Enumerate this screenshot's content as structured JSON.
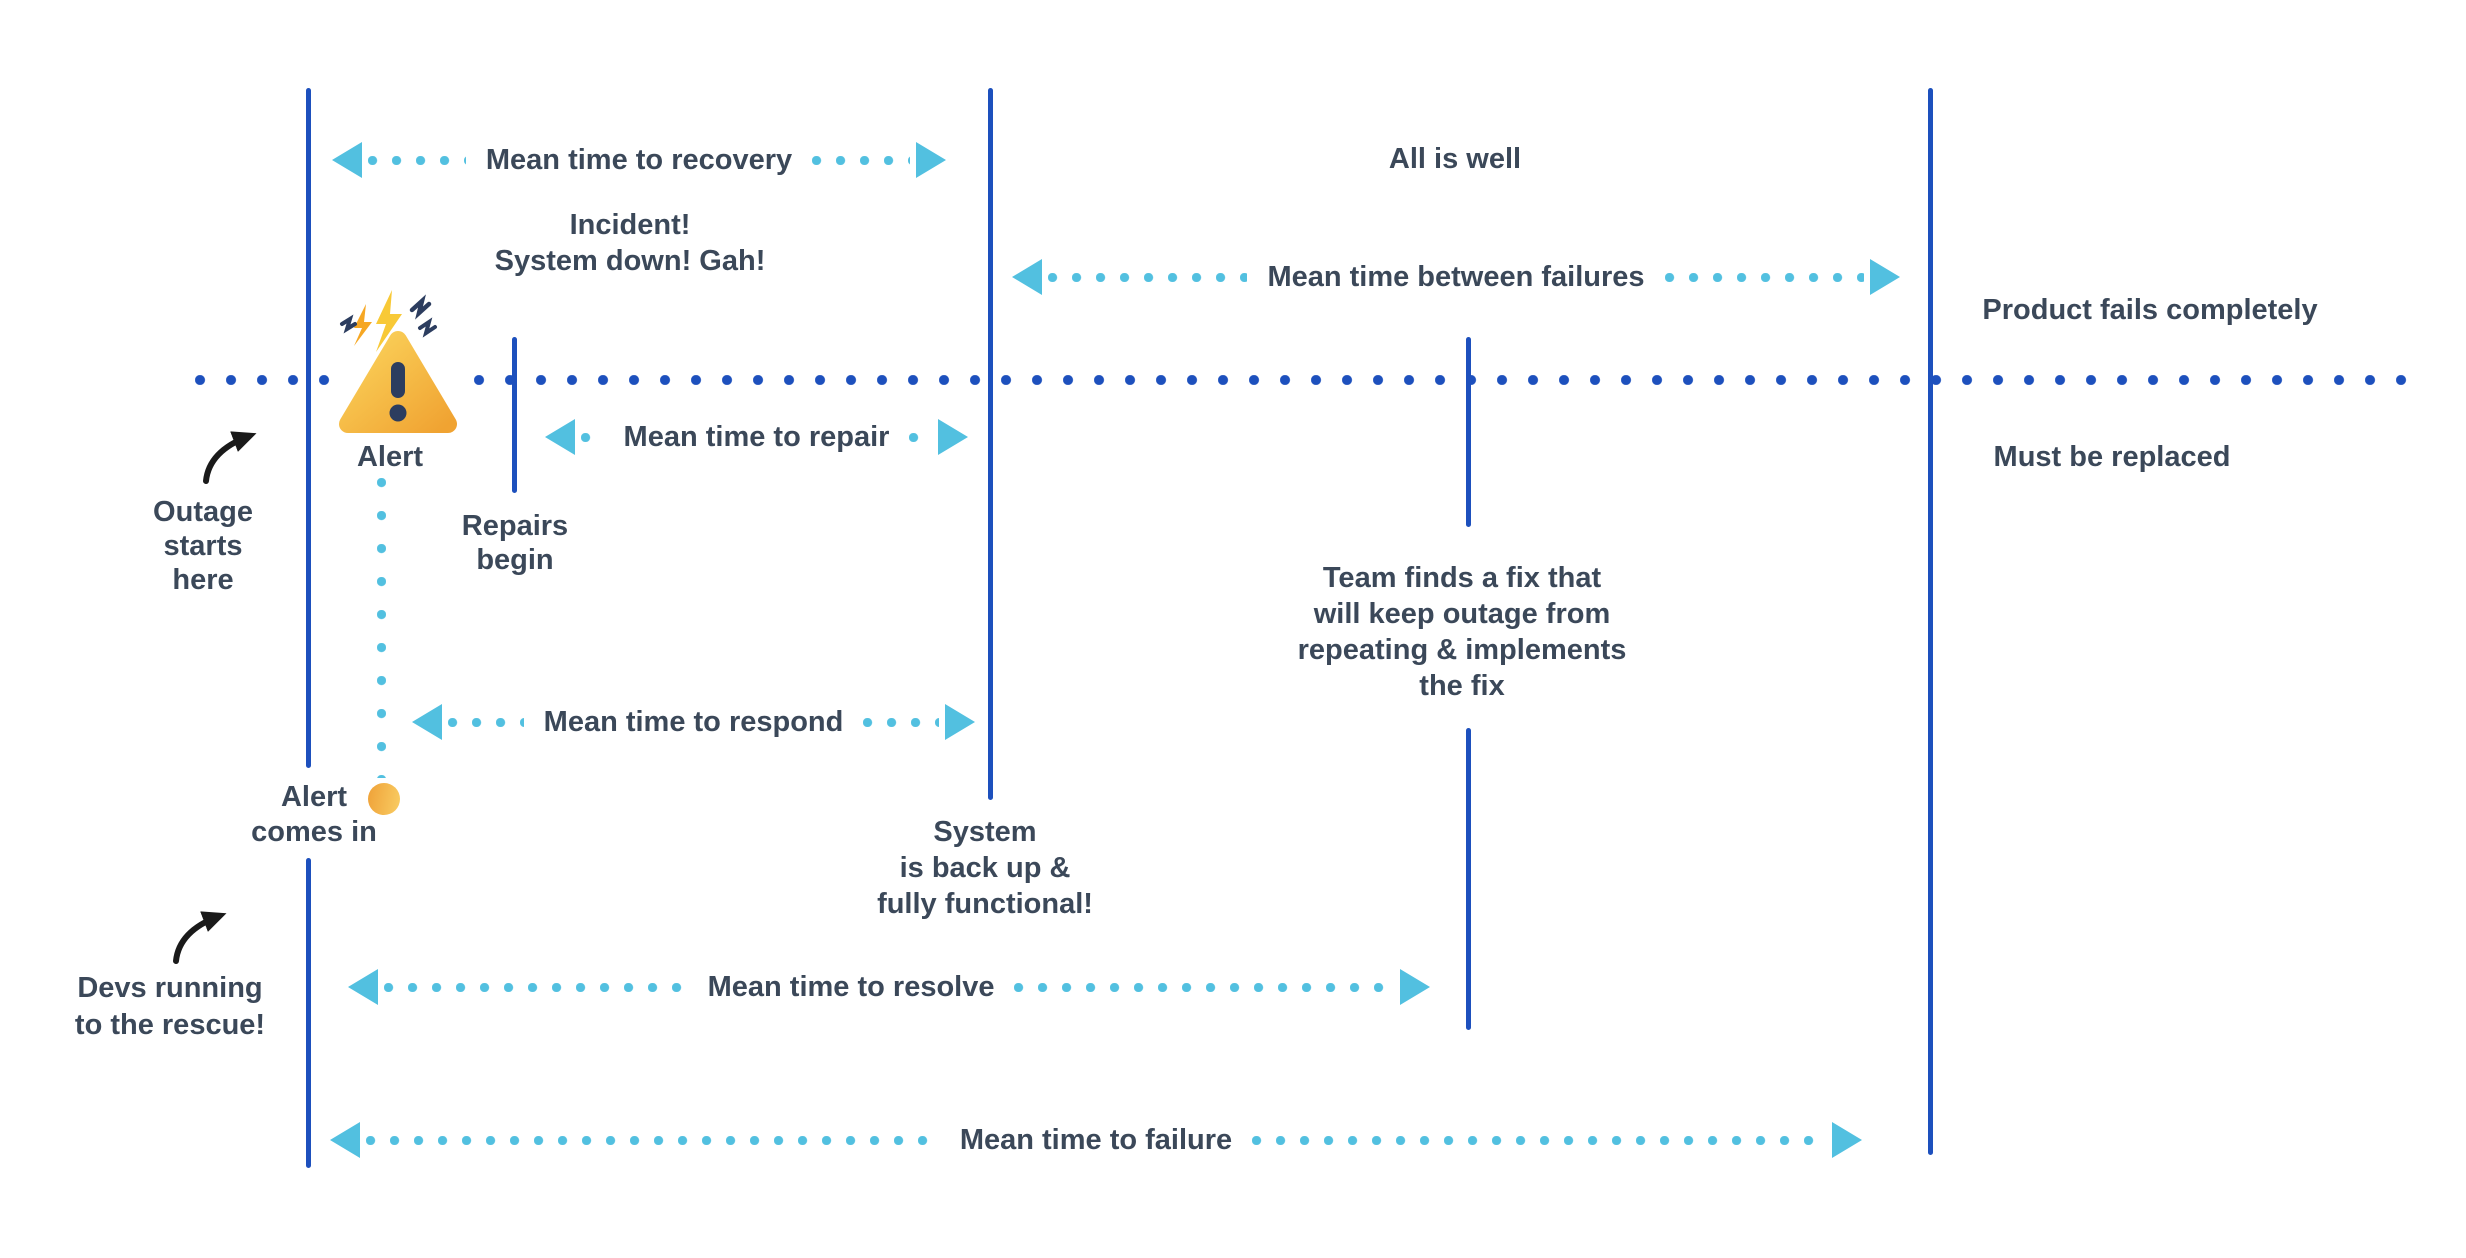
{
  "colors": {
    "timeline_blue": "#1d50bd",
    "arrow_cyan": "#52c0e0",
    "text_navy": "#3b4859",
    "annotation_black": "#1a1a1a",
    "alert_yellow": "#fbd45c",
    "alert_amber": "#f0a332",
    "alert_exclaim_navy": "#2c3d5f",
    "alert_dot_orange": "#efa138"
  },
  "metrics": {
    "recovery": {
      "label": "Mean time to recovery"
    },
    "between_failures": {
      "label": "Mean time between failures"
    },
    "repair": {
      "label": "Mean time to repair"
    },
    "respond": {
      "label": "Mean time to respond"
    },
    "resolve": {
      "label": "Mean time to resolve"
    },
    "failure": {
      "label": "Mean time to failure"
    }
  },
  "annotations": {
    "incident": {
      "line1": "Incident!",
      "line2": "System down! Gah!"
    },
    "all_is_well": {
      "text": "All is well"
    },
    "product_fails": {
      "text": "Product fails completely"
    },
    "must_be_replaced": {
      "text": "Must be replaced"
    },
    "outage_starts": {
      "line1": "Outage",
      "line2": "starts",
      "line3": "here"
    },
    "alert": {
      "text": "Alert"
    },
    "repairs_begin": {
      "line1": "Repairs",
      "line2": "begin"
    },
    "alert_comes_in": {
      "line1": "Alert",
      "line2": "comes in"
    },
    "team_fix": {
      "line1": "Team finds a fix that",
      "line2": "will keep outage from",
      "line3": "repeating & implements",
      "line4": "the fix"
    },
    "system_back": {
      "line1": "System",
      "line2": "is back up &",
      "line3": "fully functional!"
    },
    "devs_running": {
      "line1": "Devs running",
      "line2": "to the rescue!"
    }
  },
  "icons": {
    "warning_triangle": "warning-triangle-icon",
    "alert_dot": "alert-dot-icon",
    "curved_arrow_outage": "curved-arrow-icon",
    "curved_arrow_devs": "curved-arrow-icon"
  }
}
